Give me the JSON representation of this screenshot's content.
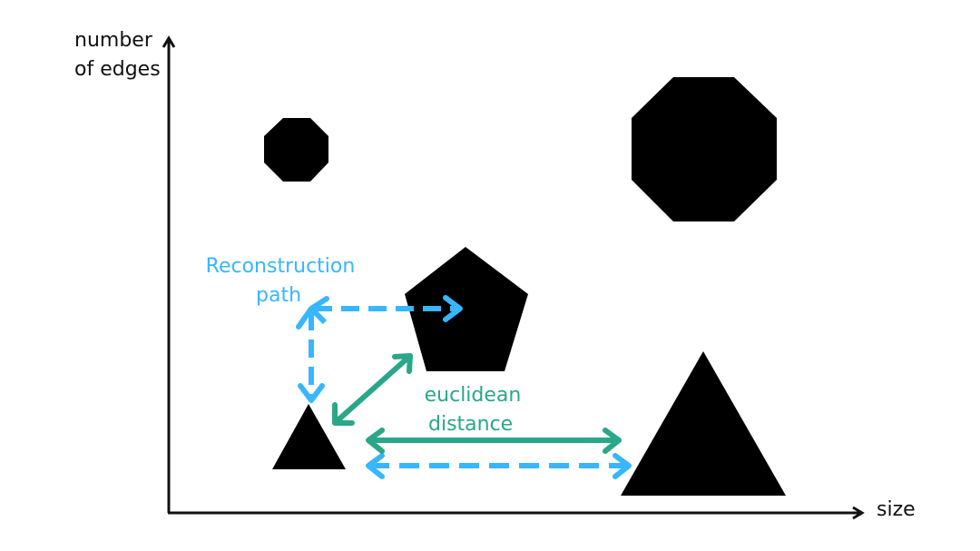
{
  "axes": {
    "y_label_line1": "number",
    "y_label_line2": "of edges",
    "x_label": "size"
  },
  "annotations": {
    "reconstruction_line1": "Reconstruction",
    "reconstruction_line2": "path",
    "euclidean_line1": "euclidean",
    "euclidean_line2": "distance"
  },
  "shapes": [
    {
      "kind": "octagon",
      "size": "small",
      "icon": "octagon-icon"
    },
    {
      "kind": "octagon",
      "size": "large",
      "icon": "octagon-icon"
    },
    {
      "kind": "pentagon",
      "size": "medium",
      "icon": "pentagon-icon"
    },
    {
      "kind": "triangle",
      "size": "small",
      "icon": "triangle-icon"
    },
    {
      "kind": "triangle",
      "size": "large",
      "icon": "triangle-icon"
    }
  ],
  "colors": {
    "shape_fill": "#000000",
    "axis": "#111111",
    "reconstruction": "#38b6ff",
    "euclidean": "#2aa789"
  }
}
